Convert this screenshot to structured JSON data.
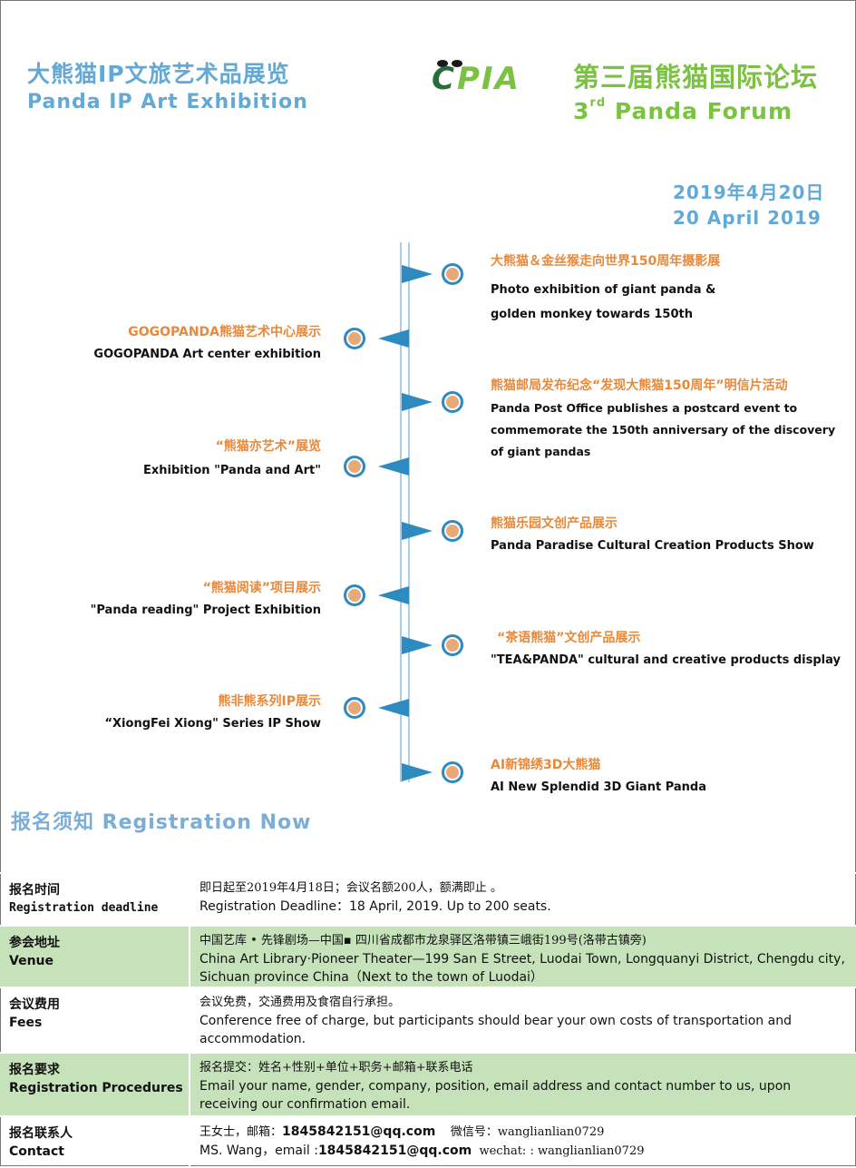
{
  "header": {
    "left_zh": "大熊猫IP文旅艺术品展览",
    "left_en": "Panda IP Art Exhibition",
    "logo_text": "CPIA",
    "right_zh": "第三届熊猫国际论坛",
    "right_en_num": "3",
    "right_en_sup": "rd",
    "right_en_rest": " Panda Forum",
    "date_zh": "2019年4月20日",
    "date_en": "20  April 2019"
  },
  "timeline": {
    "right_items": [
      {
        "zh": "大熊猫＆金丝猴走向世界150周年摄影展",
        "en": "Photo exhibition of giant panda & golden monkey towards  150th"
      },
      {
        "zh": "熊猫邮局发布纪念“发现大熊猫150周年”明信片活动",
        "en": "Panda Post Office publishes a postcard event to commemorate the 150th anniversary of the discovery of giant pandas"
      },
      {
        "zh": "熊猫乐园文创产品展示",
        "en": "Panda Paradise Cultural Creation Products Show"
      },
      {
        "zh": "“茶语熊猫”文创产品展示",
        "en": "\"TEA&PANDA\" cultural and creative products display"
      },
      {
        "zh": "AI新锦绣3D大熊猫",
        "en": "AI New Splendid 3D Giant Panda"
      }
    ],
    "left_items": [
      {
        "zh": "GOGOPANDA熊猫艺术中心展示",
        "en": "GOGOPANDA  Art center exhibition"
      },
      {
        "zh": "“熊猫亦艺术”展览",
        "en": "Exhibition \"Panda and Art\""
      },
      {
        "zh": "“熊猫阅读”项目展示",
        "en": "\"Panda reading\" Project Exhibition"
      },
      {
        "zh": "熊非熊系列IP展示",
        "en": "“XiongFei Xiong\" Series IP Show"
      }
    ]
  },
  "registration": {
    "title": "报名须知 Registration Now",
    "rows": [
      {
        "k_zh": "报名时间",
        "k_en": "Registration deadline",
        "v_zh": "即日起至2019年4月18日；会议名额200人，额满即止 。",
        "v_en": "Registration Deadline：18 April, 2019. Up to 200 seats."
      },
      {
        "k_zh": "参会地址",
        "k_en": "Venue",
        "v_zh": "中国艺库 • 先锋剧场—中国▪ 四川省成都市龙泉驿区洛带镇三峨街199号(洛带古镇旁)",
        "v_en": "China Art Library·Pioneer Theater—199 San E Street, Luodai Town, Longquanyi District, Chengdu city, Sichuan province China（Next to the town of Luodai）"
      },
      {
        "k_zh": "会议费用",
        "k_en": "Fees",
        "v_zh": "会议免费，交通费用及食宿自行承担。",
        "v_en": "Conference free of charge, but participants should bear your own costs of transportation and accommodation."
      },
      {
        "k_zh": "报名要求",
        "k_en": "Registration  Procedures",
        "v_zh": "报名提交：姓名+性别+单位+职务+邮箱+联系电话",
        "v_en": "Email your name, gender, company, position, email address and contact number to us, upon receiving our confirmation email."
      },
      {
        "k_zh": "报名联系人",
        "k_en": "Contact",
        "v_zh_a": "王女士，邮箱：",
        "v_email": "1845842151@qq.com",
        "v_zh_b": "    微信号：wanglianlian0729",
        "v_en_a": "MS. Wang，email :",
        "v_en_b": "  wechat: : wanglianlian0729"
      }
    ]
  }
}
